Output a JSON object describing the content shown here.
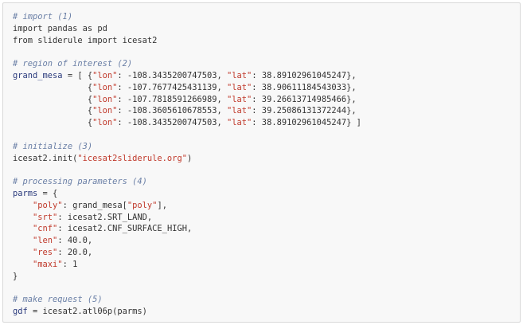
{
  "code": {
    "lines": [
      [
        {
          "t": "# import (1)",
          "c": "comment"
        }
      ],
      [
        {
          "t": "import pandas as pd",
          "c": "plain"
        }
      ],
      [
        {
          "t": "from sliderule import icesat2",
          "c": "plain"
        }
      ],
      [],
      [
        {
          "t": "# region of interest (2)",
          "c": "comment"
        }
      ],
      [
        {
          "t": "grand_mesa",
          "c": "var"
        },
        {
          "t": " = [ {",
          "c": "plain"
        },
        {
          "t": "\"lon\"",
          "c": "string"
        },
        {
          "t": ": -108.3435200747503, ",
          "c": "plain"
        },
        {
          "t": "\"lat\"",
          "c": "string"
        },
        {
          "t": ": 38.89102961045247},",
          "c": "plain"
        }
      ],
      [
        {
          "t": "               {",
          "c": "plain"
        },
        {
          "t": "\"lon\"",
          "c": "string"
        },
        {
          "t": ": -107.7677425431139, ",
          "c": "plain"
        },
        {
          "t": "\"lat\"",
          "c": "string"
        },
        {
          "t": ": 38.90611184543033},",
          "c": "plain"
        }
      ],
      [
        {
          "t": "               {",
          "c": "plain"
        },
        {
          "t": "\"lon\"",
          "c": "string"
        },
        {
          "t": ": -107.7818591266989, ",
          "c": "plain"
        },
        {
          "t": "\"lat\"",
          "c": "string"
        },
        {
          "t": ": 39.26613714985466},",
          "c": "plain"
        }
      ],
      [
        {
          "t": "               {",
          "c": "plain"
        },
        {
          "t": "\"lon\"",
          "c": "string"
        },
        {
          "t": ": -108.3605610678553, ",
          "c": "plain"
        },
        {
          "t": "\"lat\"",
          "c": "string"
        },
        {
          "t": ": 39.25086131372244},",
          "c": "plain"
        }
      ],
      [
        {
          "t": "               {",
          "c": "plain"
        },
        {
          "t": "\"lon\"",
          "c": "string"
        },
        {
          "t": ": -108.3435200747503, ",
          "c": "plain"
        },
        {
          "t": "\"lat\"",
          "c": "string"
        },
        {
          "t": ": 38.89102961045247} ]",
          "c": "plain"
        }
      ],
      [],
      [
        {
          "t": "# initialize (3)",
          "c": "comment"
        }
      ],
      [
        {
          "t": "icesat2.init(",
          "c": "plain"
        },
        {
          "t": "\"icesat2sliderule.org\"",
          "c": "string"
        },
        {
          "t": ")",
          "c": "plain"
        }
      ],
      [],
      [
        {
          "t": "# processing parameters (4)",
          "c": "comment"
        }
      ],
      [
        {
          "t": "parms",
          "c": "var"
        },
        {
          "t": " = {",
          "c": "plain"
        }
      ],
      [
        {
          "t": "    ",
          "c": "plain"
        },
        {
          "t": "\"poly\"",
          "c": "string"
        },
        {
          "t": ": grand_mesa[",
          "c": "plain"
        },
        {
          "t": "\"poly\"",
          "c": "string"
        },
        {
          "t": "],",
          "c": "plain"
        }
      ],
      [
        {
          "t": "    ",
          "c": "plain"
        },
        {
          "t": "\"srt\"",
          "c": "string"
        },
        {
          "t": ": icesat2.SRT_LAND,",
          "c": "plain"
        }
      ],
      [
        {
          "t": "    ",
          "c": "plain"
        },
        {
          "t": "\"cnf\"",
          "c": "string"
        },
        {
          "t": ": icesat2.CNF_SURFACE_HIGH,",
          "c": "plain"
        }
      ],
      [
        {
          "t": "    ",
          "c": "plain"
        },
        {
          "t": "\"len\"",
          "c": "string"
        },
        {
          "t": ": 40.0,",
          "c": "plain"
        }
      ],
      [
        {
          "t": "    ",
          "c": "plain"
        },
        {
          "t": "\"res\"",
          "c": "string"
        },
        {
          "t": ": 20.0,",
          "c": "plain"
        }
      ],
      [
        {
          "t": "    ",
          "c": "plain"
        },
        {
          "t": "\"maxi\"",
          "c": "string"
        },
        {
          "t": ": 1",
          "c": "plain"
        }
      ],
      [
        {
          "t": "}",
          "c": "plain"
        }
      ],
      [],
      [
        {
          "t": "# make request (5)",
          "c": "comment"
        }
      ],
      [
        {
          "t": "gdf",
          "c": "var"
        },
        {
          "t": " = icesat2.atl06p(parms)",
          "c": "plain"
        }
      ]
    ]
  }
}
